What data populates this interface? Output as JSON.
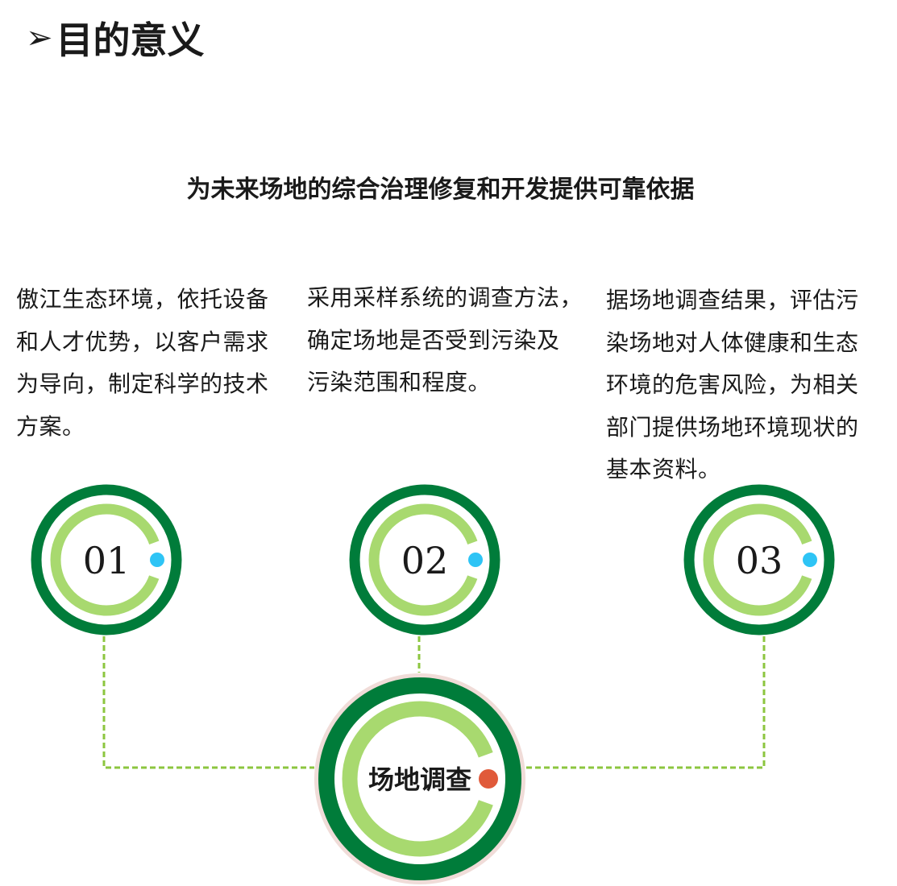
{
  "header": {
    "arrow_icon": "➢",
    "title": "目的意义"
  },
  "subtitle": "为未来场地的综合治理修复和开发提供可靠依据",
  "columns": [
    {
      "lines": [
        "傲江生态环境，依托设备",
        "和人才优势，以客户需求",
        "为导向，制定科学的技术",
        "方案。"
      ]
    },
    {
      "lines": [
        "采用采样系统的调查方法，",
        "确定场地是否受到污染及",
        "污染范围和程度。"
      ]
    },
    {
      "lines": [
        "据场地调查结果，评估污",
        "染场地对人体健康和生态",
        "环境的危害风险，为相关",
        "部门提供场地环境现状的",
        "基本资料。"
      ]
    }
  ],
  "steps": [
    {
      "number": "01"
    },
    {
      "number": "02"
    },
    {
      "number": "03"
    }
  ],
  "center": {
    "label": "场地调查"
  },
  "colors": {
    "dark_green": "#007c3a",
    "light_green": "#a8d96f",
    "dashed": "#8cc63f",
    "cyan": "#2ec4f5",
    "orange": "#e05a3a",
    "pink": "#f0dcd8"
  }
}
